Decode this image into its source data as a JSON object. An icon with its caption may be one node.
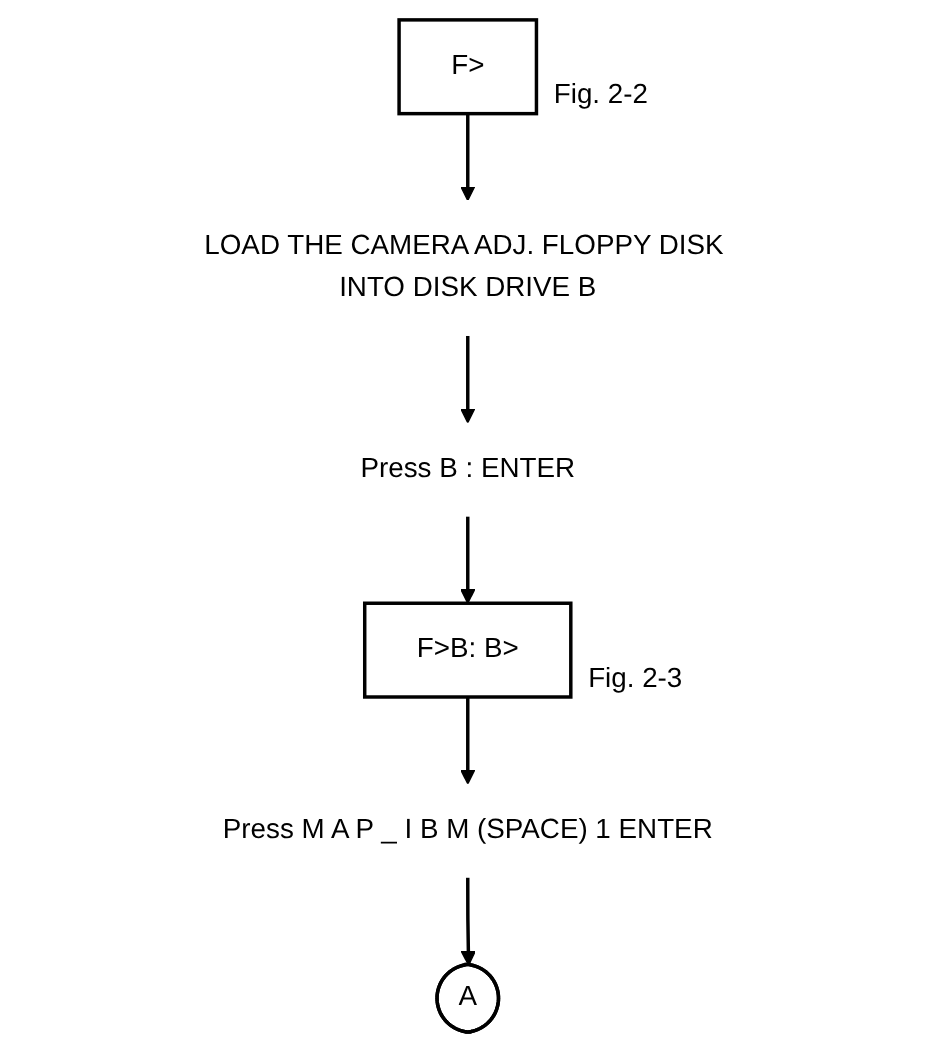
{
  "diagram": {
    "nodes": [
      {
        "text": [
          "F>"
        ],
        "beside": [
          "Fig. 2-2"
        ]
      },
      {
        "text": [
          "LOAD THE CAMERA ADJ. FLOPPY DISK INTO DISK DRIVE B"
        ]
      },
      {
        "text": [
          "Press B : ENTER"
        ]
      },
      {
        "text": [
          "F>B: B>"
        ],
        "beside": [
          "Fig. 2-3"
        ]
      },
      {
        "text": [
          "Press M A P _ I B M (SPACE) 1 ENTER"
        ]
      },
      {
        "text": [
          "A"
        ]
      }
    ],
    "edges": [
      {
        "from": 0,
        "to": 1,
        "arrow": "to"
      },
      {
        "from": 1,
        "to": 2,
        "arrow": "to"
      },
      {
        "from": 2,
        "to": 3,
        "arrow": "to"
      },
      {
        "from": 3,
        "to": 4,
        "arrow": "to"
      },
      {
        "from": 4,
        "to": 5,
        "arrow": "to"
      }
    ]
  }
}
